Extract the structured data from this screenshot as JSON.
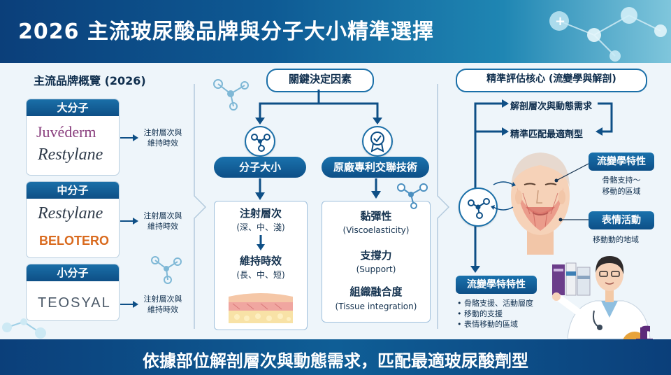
{
  "header": {
    "title": "2026 主流玻尿酸品牌與分子大小精準選擇"
  },
  "left": {
    "title": "主流品牌概覽 (2026)",
    "groups": [
      {
        "label": "大分子",
        "brands": [
          "Juvéderm",
          "Restylane"
        ],
        "note": "注射層次與\n維持時效"
      },
      {
        "label": "中分子",
        "brands": [
          "Restylane",
          "BELOTERO"
        ],
        "note": "注射層次與\n維持時效"
      },
      {
        "label": "小分子",
        "brands": [
          "TEOSYAL"
        ],
        "note": "注射層次與\n維持時效"
      }
    ]
  },
  "middle": {
    "title": "關鍵決定因素",
    "factor1": {
      "label": "分子大小",
      "item1": "注射層次",
      "item1_sub": "(深、中、淺)",
      "item2": "維持時效",
      "item2_sub": "(長、中、短)"
    },
    "factor2": {
      "label": "原廠專利交聯技術",
      "p1": "黏彈性",
      "p1_en": "(Viscoelasticity)",
      "p2": "支撐力",
      "p2_en": "(Support)",
      "p3": "組織融合度",
      "p3_en": "(Tissue integration)"
    }
  },
  "right": {
    "title": "精準評估核心 (流變學與解剖)",
    "flow1": "解剖層次與動態需求",
    "flow2": "精準匹配最適劑型",
    "tag1": "流變學特性",
    "tag1_desc": "骨骼支持～\n移動的區域",
    "tag2": "表情活動",
    "tag2_desc": "移動動的地域",
    "tag3": "流變學特特性",
    "bullets": [
      "骨骼支援、活動層度",
      "移動的支援",
      "表情移動的區域"
    ]
  },
  "footer": {
    "text": "依據部位解剖層次與動態需求，匹配最適玻尿酸劑型"
  },
  "colors": {
    "primary": "#0e4f86",
    "accent": "#1a72ad",
    "background": "#eef5fa",
    "logo_juvederm": "#8a3f7e",
    "logo_belotero": "#d96a1e",
    "logo_teosyal": "#4b5968",
    "brand_badge_orange": "#e7a33b",
    "brand_badge_purple": "#5d2a7a"
  }
}
